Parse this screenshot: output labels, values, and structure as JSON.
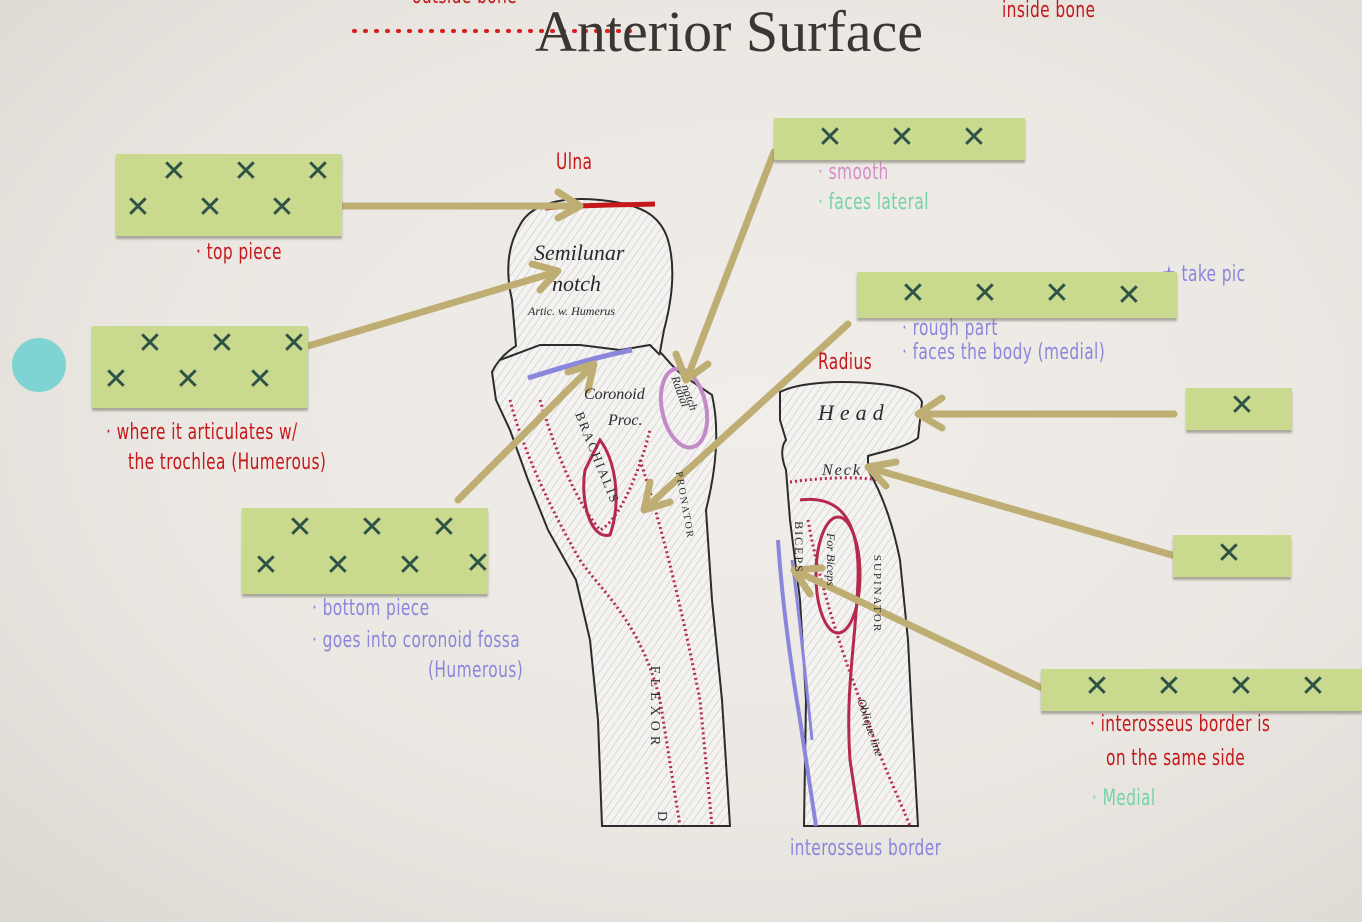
{
  "header": {
    "title": "Anterior Surface",
    "top_left_note": "outside bone",
    "top_right_note": "inside bone"
  },
  "labels": {
    "ulna": "Ulna",
    "radius": "Radius",
    "take_pic": "take pic",
    "interosseus_border": "interosseus border"
  },
  "notes": {
    "olecranon": "· top piece",
    "semilunar": [
      "· where it articulates w/",
      "the trochlea (Humerous)"
    ],
    "coronoid": [
      "· bottom piece",
      "· goes into coronoid fossa",
      "(Humerous)"
    ],
    "radial_notch": [
      "· smooth",
      "· faces lateral"
    ],
    "tuberosity": [
      "· rough part",
      "· faces the body (medial)"
    ],
    "interosseous": [
      "· interosseus border is",
      "on the same side",
      "· Medial"
    ]
  },
  "bone_labels": {
    "semilunar": "Semilunar",
    "notch": "notch",
    "artic": "Artic. w. Humerus",
    "coronoid": "Coronoid",
    "proc": "Proc.",
    "radial": "Radial",
    "notch2": "notch",
    "brachialis": "BRACHIALIS",
    "pronator": "PRONATOR",
    "flexor": "FLEXOR",
    "d": "D",
    "head": "Head",
    "neck": "Neck",
    "biceps": "BICEPS",
    "for_biceps": "For Biceps",
    "supinator": "SUPINATOR",
    "oblique_line": "Oblique line"
  },
  "answer_boxes": {
    "mark": "✕",
    "color": "#c9da8f"
  },
  "colors": {
    "arrow": "#bfae74",
    "red_note": "#c4181b",
    "purple_note": "#8a86dc",
    "green_note": "#74d3a6",
    "muscle_line": "#b52a4c"
  }
}
